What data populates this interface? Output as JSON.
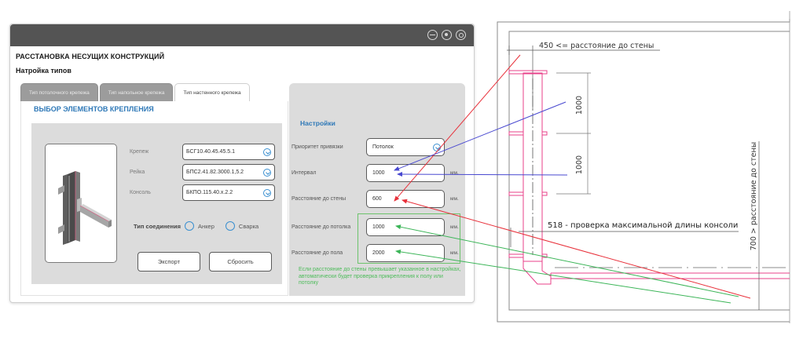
{
  "window": {
    "controls": [
      "minimize",
      "maximize",
      "close"
    ]
  },
  "app_title": "РАССТАНОВКА НЕСУЩИХ КОНСТРУКЦИЙ",
  "section_title": "Натройка типов",
  "tabs": [
    {
      "label": "Тип потолочного крепежа",
      "active": false
    },
    {
      "label": "Тип напольное крепежа",
      "active": false
    },
    {
      "label": "Тип настенного крепежа",
      "active": true
    }
  ],
  "left_panel": {
    "heading": "ВЫБОР ЭЛЕМЕНТОВ КРЕПЛЕНИЯ",
    "fields": [
      {
        "label": "Крепеж",
        "value": "БСГ10.40.45.45.5.1"
      },
      {
        "label": "Рейка",
        "value": "БПС2.41.82.3000.1,5.2"
      },
      {
        "label": "Консоль",
        "value": "БКПО.115.40.x.2.2"
      }
    ],
    "connection": {
      "label": "Тип соединения",
      "options": [
        {
          "label": "Анкер",
          "selected": false
        },
        {
          "label": "Сварка",
          "selected": false
        }
      ]
    },
    "buttons": {
      "export": "Экспорт",
      "reset": "Сбросить"
    }
  },
  "settings": {
    "title": "Настройки",
    "rows": [
      {
        "label": "Приоритет привязки",
        "value": "Потолок",
        "unit": "",
        "type": "dropdown"
      },
      {
        "label": "Интервал",
        "value": "1000",
        "unit": "мм.",
        "type": "input"
      },
      {
        "label": "Расстояние до стены",
        "value": "600",
        "unit": "мм.",
        "type": "input"
      },
      {
        "label": "Расстояние до потолка",
        "value": "1000",
        "unit": "мм.",
        "type": "input"
      },
      {
        "label": "Расстояние до пола",
        "value": "2000",
        "unit": "мм.",
        "type": "input"
      }
    ],
    "note": "Если расстояние до стены превышает указанное в настройках, автоматически будет проверка прикрепления к полу или потолку"
  },
  "drawing": {
    "annotations": {
      "wall_distance_top": "450 <= расстояние до стены",
      "interval_1": "1000",
      "interval_2": "1000",
      "console_check": "518 - проверка максимальной длины консоли",
      "wall_distance_side": "700 > расстояние до стены"
    }
  },
  "colors": {
    "titlebar": "#545454",
    "accent_blue": "#2e78b7",
    "note_green": "#4dbb5a",
    "arrow_red": "#e8303a",
    "arrow_blue": "#4848d0",
    "arrow_green": "#3cb558",
    "drawing_pink": "#e8408a"
  }
}
